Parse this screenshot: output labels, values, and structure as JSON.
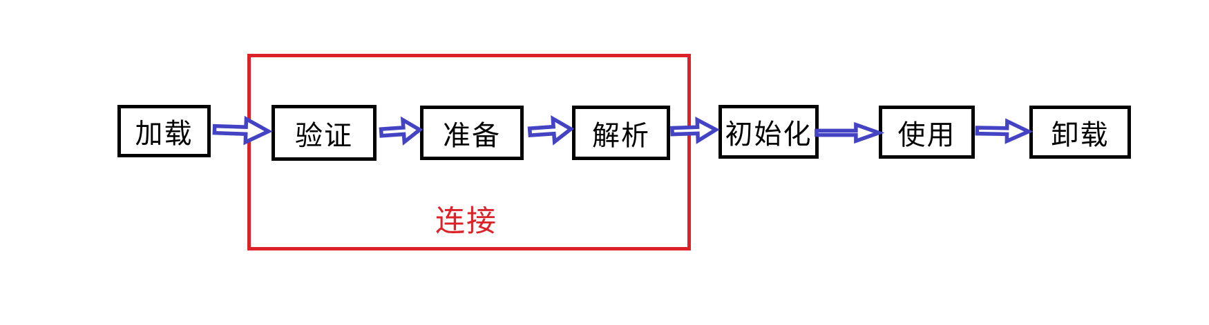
{
  "diagram": {
    "title": "class-lifecycle-flow",
    "stages": [
      {
        "id": "loading",
        "label": "加载"
      },
      {
        "id": "verification",
        "label": "验证"
      },
      {
        "id": "preparation",
        "label": "准备"
      },
      {
        "id": "resolution",
        "label": "解析"
      },
      {
        "id": "initialization",
        "label": "初始化"
      },
      {
        "id": "using",
        "label": "使用"
      },
      {
        "id": "unloading",
        "label": "卸载"
      }
    ],
    "group": {
      "label": "连接",
      "members": [
        "验证",
        "准备",
        "解析"
      ]
    },
    "arrows": [
      {
        "from": "加载",
        "to": "验证"
      },
      {
        "from": "验证",
        "to": "准备"
      },
      {
        "from": "准备",
        "to": "解析"
      },
      {
        "from": "解析",
        "to": "初始化"
      },
      {
        "from": "初始化",
        "to": "使用"
      },
      {
        "from": "使用",
        "to": "卸载"
      }
    ],
    "colors": {
      "box_border": "#000000",
      "arrow_blue": "#4343c3",
      "group_red": "#dc2127",
      "background": "#ffffff",
      "text": "#000000"
    }
  }
}
